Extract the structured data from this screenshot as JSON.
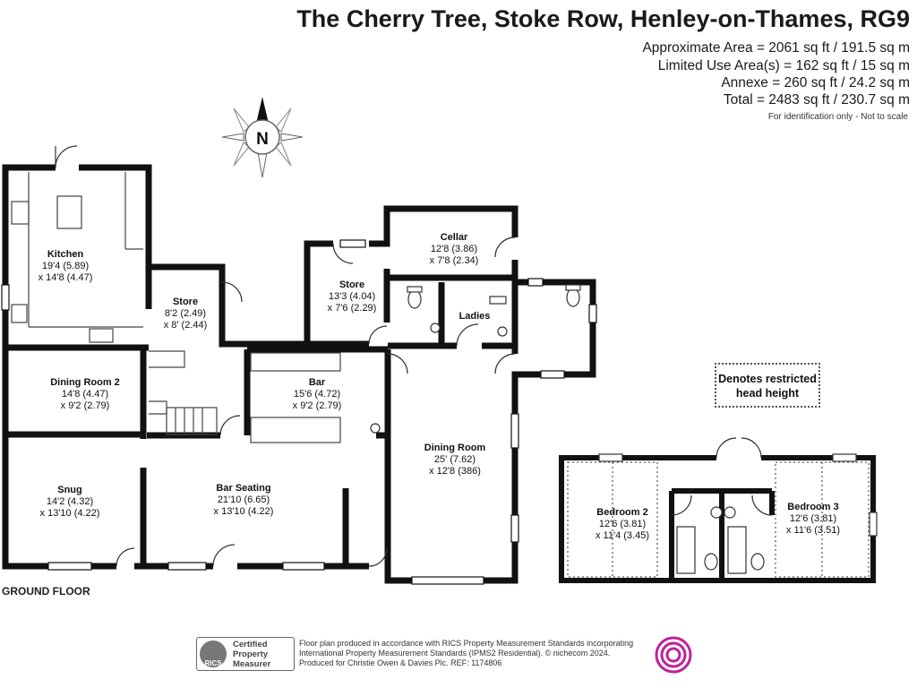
{
  "title": "The Cherry Tree, Stoke Row, Henley-on-Thames, RG9",
  "areas": [
    "Approximate Area = 2061 sq ft / 191.5 sq m",
    "Limited Use Area(s) = 162 sq ft / 15 sq m",
    "Annexe = 260 sq ft / 24.2 sq m",
    "Total = 2483 sq ft / 230.7 sq m"
  ],
  "disclaimer": "For identification only - Not to scale",
  "compass_label": "N",
  "floor_label": "GROUND FLOOR",
  "legend": {
    "line1": "Denotes restricted",
    "line2": "head height"
  },
  "rooms": {
    "kitchen": {
      "name": "Kitchen",
      "dim1": "19'4 (5.89)",
      "dim2": "x 14'8 (4.47)"
    },
    "store1": {
      "name": "Store",
      "dim1": "8'2 (2.49)",
      "dim2": "x 8' (2.44)"
    },
    "store2": {
      "name": "Store",
      "dim1": "13'3 (4.04)",
      "dim2": "x 7'6 (2.29)"
    },
    "cellar": {
      "name": "Cellar",
      "dim1": "12'8 (3.86)",
      "dim2": "x 7'8 (2.34)"
    },
    "ladies": {
      "name": "Ladies"
    },
    "dining2": {
      "name": "Dining Room 2",
      "dim1": "14'8 (4.47)",
      "dim2": "x 9'2 (2.79)"
    },
    "bar": {
      "name": "Bar",
      "dim1": "15'6 (4.72)",
      "dim2": "x 9'2 (2.79)"
    },
    "dining": {
      "name": "Dining Room",
      "dim1": "25' (7.62)",
      "dim2": "x 12'8 (386)"
    },
    "snug": {
      "name": "Snug",
      "dim1": "14'2 (4.32)",
      "dim2": "x 13'10 (4.22)"
    },
    "barseating": {
      "name": "Bar Seating",
      "dim1": "21'10 (6.65)",
      "dim2": "x 13'10 (4.22)"
    },
    "bedroom2": {
      "name": "Bedroom 2",
      "dim1": "12'6 (3.81)",
      "dim2": "x 11'4 (3.45)"
    },
    "bedroom3": {
      "name": "Bedroom 3",
      "dim1": "12'6 (3.81)",
      "dim2": "x 11'6 (3.51)"
    }
  },
  "footer": {
    "lines": [
      "Floor plan produced in accordance with RICS Property Measurement Standards incorporating",
      "International Property Measurement Standards (IPMS2 Residential).  © nichecom 2024.",
      "Produced for Christie Owen & Davies Plc.   REF:  1174806"
    ],
    "badge": [
      "Certified",
      "Property",
      "Measurer"
    ],
    "rics": "RICS"
  },
  "colors": {
    "walls": "#111111",
    "brand": "#c0219a"
  }
}
